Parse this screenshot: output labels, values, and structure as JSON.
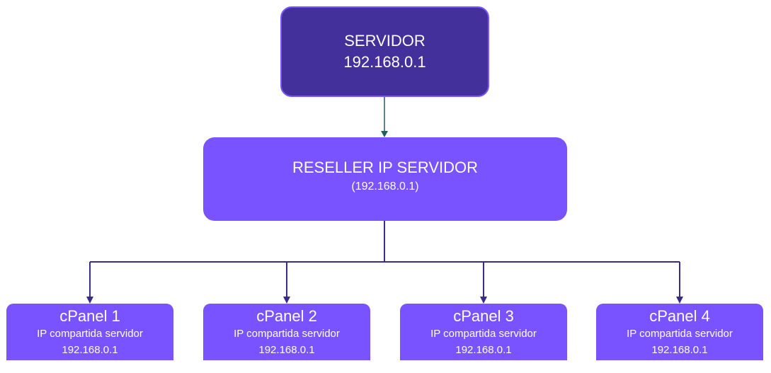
{
  "server": {
    "title": "SERVIDOR",
    "ip": "192.168.0.1"
  },
  "reseller": {
    "title": "RESELLER IP SERVIDOR",
    "ip": "(192.168.0.1)"
  },
  "cpanels": [
    {
      "title": "cPanel 1",
      "subtitle": "IP compartida servidor",
      "ip": "192.168.0.1"
    },
    {
      "title": "cPanel 2",
      "subtitle": "IP compartida servidor",
      "ip": "192.168.0.1"
    },
    {
      "title": "cPanel 3",
      "subtitle": "IP compartida servidor",
      "ip": "192.168.0.1"
    },
    {
      "title": "cPanel 4",
      "subtitle": "IP compartida servidor",
      "ip": "192.168.0.1"
    }
  ],
  "colors": {
    "server_fill": "#44309a",
    "server_border": "#7a55ff",
    "node_fill": "#7853ff",
    "connector_top": "#1f5f66",
    "connector_tree": "#3b2a8a",
    "text": "#ffffff"
  }
}
